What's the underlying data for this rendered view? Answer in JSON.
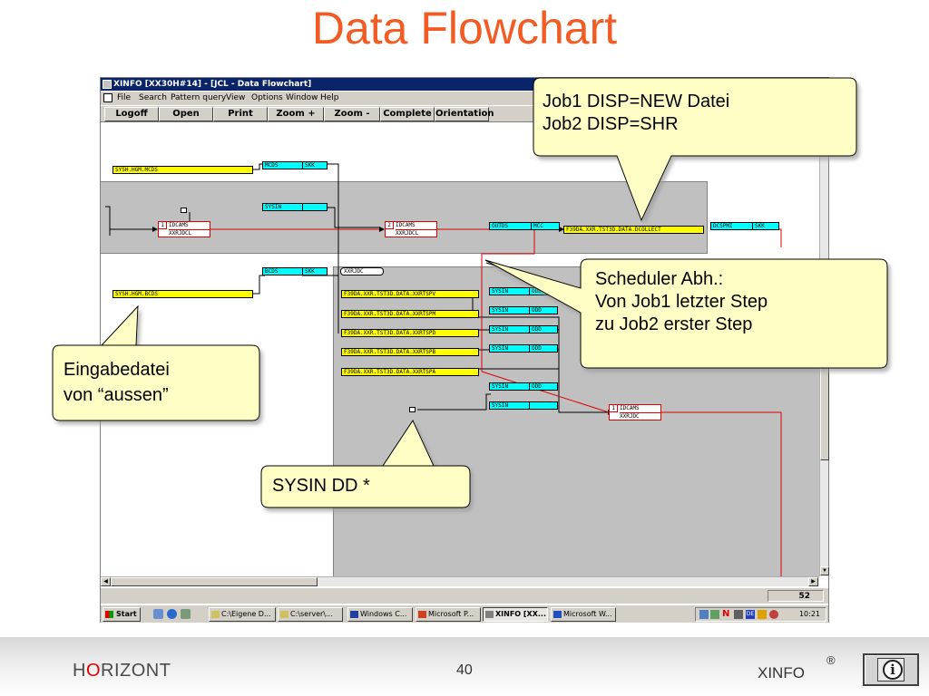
{
  "slide": {
    "title": "Data Flowchart",
    "page_number": "40",
    "brand_prefix": "H",
    "brand_o": "O",
    "brand_suffix": "RIZONT",
    "product": "XINFO",
    "registered": "®",
    "info_icon": "info-icon"
  },
  "window": {
    "title": "XINFO [XX30H#14] - [JCL - Data Flowchart]",
    "menu": [
      "File",
      "Search",
      "Pattern query",
      "View",
      "Options",
      "Window",
      "Help"
    ],
    "toolbar": [
      "Logoff",
      "Open",
      "Print",
      "Zoom +",
      "Zoom -",
      "Complete",
      "Orientation"
    ],
    "status_value": "52"
  },
  "flowchart": {
    "datasets": {
      "mcds_input": "SYSH.HGM.MCDS",
      "bcds_input": "SYSH.HGM.BCDS",
      "collect_out": "F39DA.XXR.TST3D.DATA.DCOLLECT",
      "rtspv": "F39DA.XXR.TST3D.DATA.XXRTSPV",
      "rtspm": "F39DA.XXR.TST3D.DATA.XXRTSPM",
      "rtspd": "F39DA.XXR.TST3D.DATA.XXRTSPD",
      "rtspb": "F39DA.XXR.TST3D.DATA.XXRTSPB",
      "rtspa": "F39DA.XXR.TST3D.DATA.XXRTSPA"
    },
    "dd": {
      "mcds": [
        "MCDS",
        "SKK"
      ],
      "sysin1": [
        "SYSIN",
        ""
      ],
      "outds": [
        "OUTDS",
        "MCC"
      ],
      "dcsprm": [
        "DCSPMI",
        "SKK"
      ],
      "bcds": [
        "BCDS",
        "SKK"
      ],
      "sysin_odd": [
        "SYSIN",
        "ODD"
      ],
      "sysin_plain": [
        "SYSIN",
        ""
      ]
    },
    "steps": {
      "s1": {
        "num": "1",
        "pgm": "IDCAMS",
        "job": "XXRJDCL"
      },
      "s2": {
        "num": "2",
        "pgm": "IDCAMS",
        "job": "XXRJDCL"
      },
      "s3": {
        "num": "1",
        "pgm": "IDCAMS",
        "job": "XXRJDC"
      }
    },
    "job_oval": "XXRJDC"
  },
  "callouts": {
    "job_disp": [
      "Job1 DISP=NEW Datei",
      "Job2 DISP=SHR"
    ],
    "scheduler": [
      "Scheduler Abh.:",
      "Von Job1 letzter Step",
      "zu Job2 erster Step"
    ],
    "input": [
      "Eingabedatei",
      "von “aussen”"
    ],
    "sysin": [
      "SYSIN DD *"
    ]
  },
  "taskbar": {
    "start": "Start",
    "buttons": [
      "C:\\Eigene D...",
      "C:\\server\\...",
      "Windows C...",
      "Microsoft P...",
      "XINFO [XX...",
      "Microsoft W..."
    ],
    "clock": "10:21",
    "tray_lang": "DE",
    "tray_n": "N"
  }
}
